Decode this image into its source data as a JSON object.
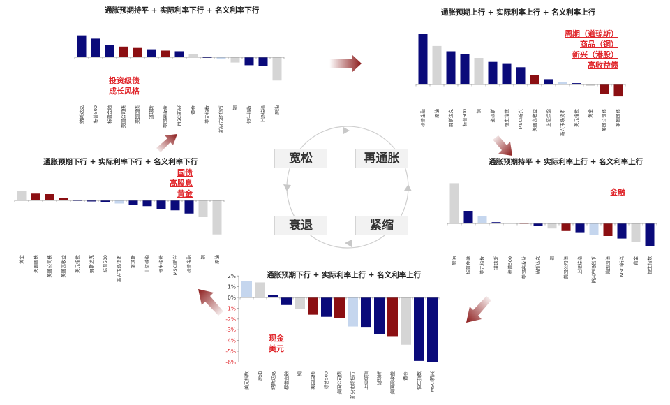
{
  "colors": {
    "navy": "#0a0a7a",
    "dark_red": "#8b0f12",
    "light_grey": "#d5d5d5",
    "light_blue": "#c5d6ee",
    "note_red": "#e0262b",
    "arrow": "#8b1a1a"
  },
  "cycle": {
    "regimes": [
      "宽松",
      "再通胀",
      "衰退",
      "紧缩"
    ]
  },
  "charts": [
    {
      "id": "top-left",
      "title": "通胀预期持平 + 实际利率下行 + 名义利率下行",
      "notes": [
        "投资级债",
        "成长风格"
      ],
      "chart_data": {
        "type": "bar",
        "categories": [
          "纳斯达克",
          "标普500",
          "标普金融",
          "美国公司债",
          "美国国债",
          "道琼斯",
          "美国高收益",
          "MSCI新兴",
          "黄金",
          "美元指数",
          "新兴市场货币",
          "铜",
          "恒生指数",
          "上证综指",
          "原油"
        ],
        "values": [
          3.3,
          2.8,
          1.8,
          1.6,
          1.4,
          1.2,
          1.0,
          0.9,
          0.5,
          -0.1,
          -0.2,
          -0.8,
          -1.2,
          -1.3,
          -3.5
        ],
        "colors": [
          "navy",
          "navy",
          "navy",
          "dark_red",
          "dark_red",
          "navy",
          "dark_red",
          "navy",
          "light_grey",
          "navy",
          "light_blue",
          "light_grey",
          "navy",
          "navy",
          "light_grey"
        ],
        "ylim": [
          -4,
          4
        ]
      }
    },
    {
      "id": "top-right",
      "title": "通胀预期上行 + 实际利率上行 + 名义利率上行",
      "notes": [
        "周期（道琼斯）",
        "商品（铜）",
        "新兴（港股）",
        "高收益债"
      ],
      "chart_data": {
        "type": "bar",
        "categories": [
          "标普金融",
          "原油",
          "纳斯达克",
          "标普500",
          "铜",
          "道琼斯",
          "恒生指数",
          "MSCI新兴",
          "美国高收益",
          "上证综指",
          "新兴市场货币",
          "美元指数",
          "黄金",
          "美国公司债",
          "美国国债"
        ],
        "values": [
          3.8,
          2.9,
          2.5,
          2.3,
          2.0,
          1.7,
          1.6,
          1.3,
          0.7,
          0.4,
          0.2,
          0.1,
          -0.1,
          -0.7,
          -0.9
        ],
        "colors": [
          "navy",
          "light_grey",
          "navy",
          "navy",
          "light_grey",
          "navy",
          "navy",
          "navy",
          "dark_red",
          "navy",
          "light_blue",
          "navy",
          "light_grey",
          "dark_red",
          "dark_red"
        ],
        "ylim": [
          -2,
          4.5
        ]
      }
    },
    {
      "id": "middle-left",
      "title": "通胀预期下行 + 实际利率下行 + 名义利率下行",
      "notes": [
        "国债",
        "高股息",
        "黄金"
      ],
      "chart_data": {
        "type": "bar",
        "categories": [
          "黄金",
          "美国国债",
          "美国公司债",
          "美国高收益",
          "美元指数",
          "纳斯达克",
          "标普500",
          "新兴市场货币",
          "道琼斯",
          "上证综指",
          "恒生指数",
          "MSCI新兴",
          "标普金融",
          "铜",
          "原油"
        ],
        "values": [
          1.8,
          1.3,
          1.2,
          0.5,
          -0.1,
          -0.2,
          -0.3,
          -0.6,
          -0.9,
          -1.1,
          -1.6,
          -1.9,
          -2.5,
          -3.2,
          -6.5
        ],
        "colors": [
          "light_grey",
          "dark_red",
          "dark_red",
          "dark_red",
          "navy",
          "navy",
          "navy",
          "light_blue",
          "navy",
          "navy",
          "navy",
          "navy",
          "navy",
          "light_grey",
          "light_grey"
        ],
        "ylim": [
          -7,
          3
        ]
      }
    },
    {
      "id": "middle-right",
      "title": "通胀预期持平 + 实际利率上行 + 名义利率上行",
      "notes": [
        "金融"
      ],
      "chart_data": {
        "type": "bar",
        "categories": [
          "原油",
          "标普金融",
          "美元指数",
          "道琼斯",
          "标普500",
          "美国高收益",
          "纳斯达克",
          "铜",
          "美国公司债",
          "上证综指",
          "新兴市场货币",
          "美国国债",
          "MSCI新兴",
          "黄金",
          "恒生指数"
        ],
        "values": [
          3.2,
          1.0,
          0.6,
          0.1,
          0.05,
          0,
          -0.2,
          -0.4,
          -0.6,
          -0.7,
          -0.9,
          -1.0,
          -1.2,
          -1.5,
          -1.8
        ],
        "colors": [
          "light_grey",
          "navy",
          "light_blue",
          "navy",
          "navy",
          "dark_red",
          "navy",
          "light_grey",
          "dark_red",
          "navy",
          "light_blue",
          "dark_red",
          "navy",
          "light_grey",
          "navy"
        ],
        "ylim": [
          -2.5,
          4
        ]
      }
    },
    {
      "id": "bottom",
      "title": "通胀预期下行 + 实际利率上行 + 名义利率上行",
      "notes": [
        "现金",
        "美元"
      ],
      "chart_data": {
        "type": "bar",
        "categories": [
          "美元指数",
          "原油",
          "纳斯达克",
          "标普金融",
          "铜",
          "美国国债",
          "标普500",
          "美国公司债",
          "新兴市场货币",
          "上证综指",
          "道琼斯",
          "美国高收益",
          "黄金",
          "恒生指数",
          "MSCI新兴"
        ],
        "values": [
          1.5,
          1.4,
          0.2,
          -0.7,
          -1.1,
          -1.6,
          -1.8,
          -1.9,
          -2.7,
          -2.8,
          -3.4,
          -3.6,
          -4.4,
          -5.9,
          -6.0
        ],
        "colors": [
          "light_blue",
          "light_grey",
          "navy",
          "navy",
          "light_grey",
          "dark_red",
          "navy",
          "dark_red",
          "light_blue",
          "navy",
          "navy",
          "dark_red",
          "light_grey",
          "navy",
          "navy"
        ],
        "yticks": [
          "2%",
          "1%",
          "0%",
          "-1%",
          "-2%",
          "-3%",
          "-4%",
          "-5%",
          "-6%"
        ],
        "ylim": [
          -6,
          2
        ]
      }
    }
  ]
}
